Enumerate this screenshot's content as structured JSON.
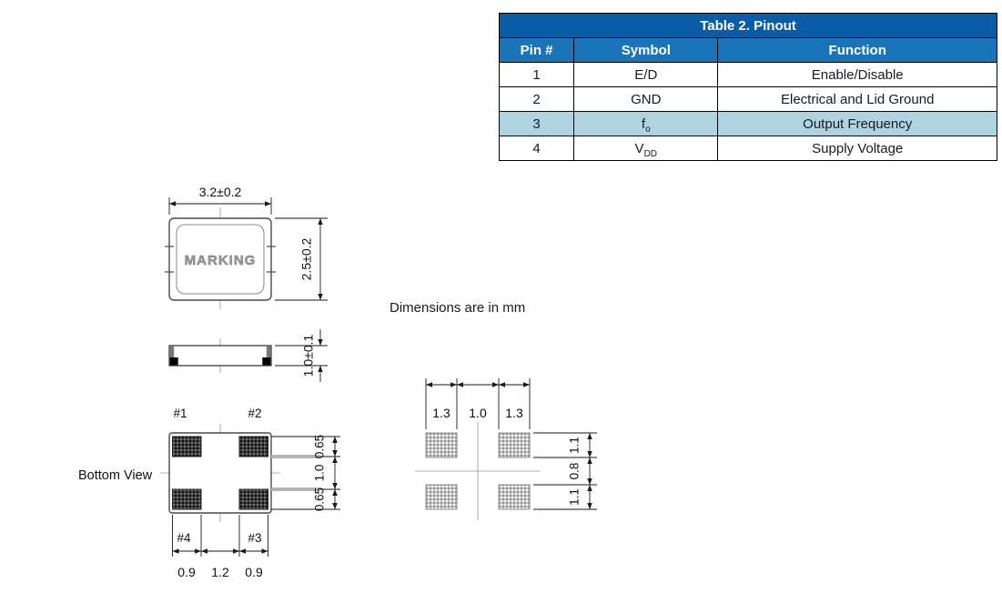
{
  "table": {
    "title": "Table 2. Pinout",
    "headers": {
      "pin": "Pin #",
      "symbol": "Symbol",
      "function": "Function"
    },
    "rows": [
      {
        "pin": "1",
        "symbol_main": "E/D",
        "symbol_sub": "",
        "function": "Enable/Disable"
      },
      {
        "pin": "2",
        "symbol_main": "GND",
        "symbol_sub": "",
        "function": "Electrical and Lid Ground"
      },
      {
        "pin": "3",
        "symbol_main": "f",
        "symbol_sub": "o",
        "function": "Output Frequency"
      },
      {
        "pin": "4",
        "symbol_main": "V",
        "symbol_sub": "DD",
        "function": "Supply Voltage"
      }
    ]
  },
  "note_units": "Dimensions are in mm",
  "colors": {
    "table_title_bg": "#0b5ca6",
    "table_header_bg": "#1b74b8",
    "table_header_text": "#ffffff",
    "highlight_row_bg": "#aed4e1",
    "body_text": "#1a1a1a"
  },
  "drawings": {
    "top_view": {
      "marking": "MARKING",
      "width_dim": "3.2±0.2",
      "height_dim": "2.5±0.2"
    },
    "side_view": {
      "thickness_dim": "1.0±0.1"
    },
    "bottom_view": {
      "label": "Bottom View",
      "pins": [
        "#1",
        "#2",
        "#3",
        "#4"
      ],
      "v_dims": [
        "0.65",
        "1.0",
        "0.65"
      ],
      "h_dims": [
        "0.9",
        "1.2",
        "0.9"
      ]
    },
    "land_pattern": {
      "h_dims": [
        "1.3",
        "1.0",
        "1.3"
      ],
      "v_dims": [
        "1.1",
        "0.8",
        "1.1"
      ]
    }
  }
}
